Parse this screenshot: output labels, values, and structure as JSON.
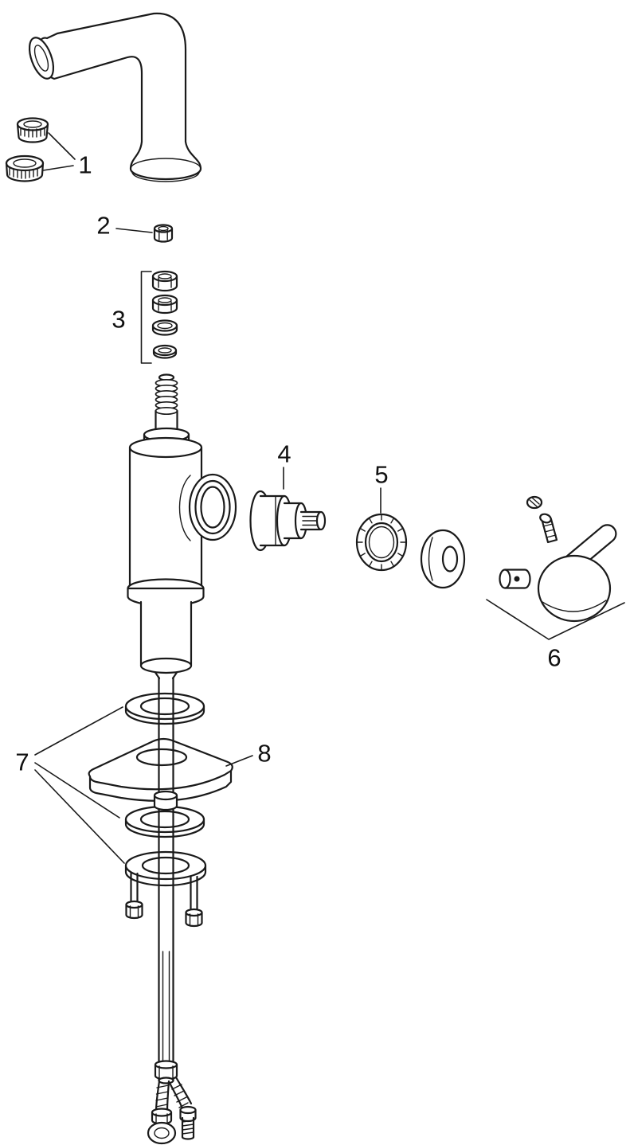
{
  "colors": {
    "line": "#1a1a1a",
    "background": "#ffffff"
  },
  "labels": [
    {
      "text": "1"
    },
    {
      "text": "2"
    },
    {
      "text": "3"
    },
    {
      "text": "4"
    },
    {
      "text": "5"
    },
    {
      "text": "6"
    },
    {
      "text": "7"
    },
    {
      "text": "8"
    }
  ]
}
